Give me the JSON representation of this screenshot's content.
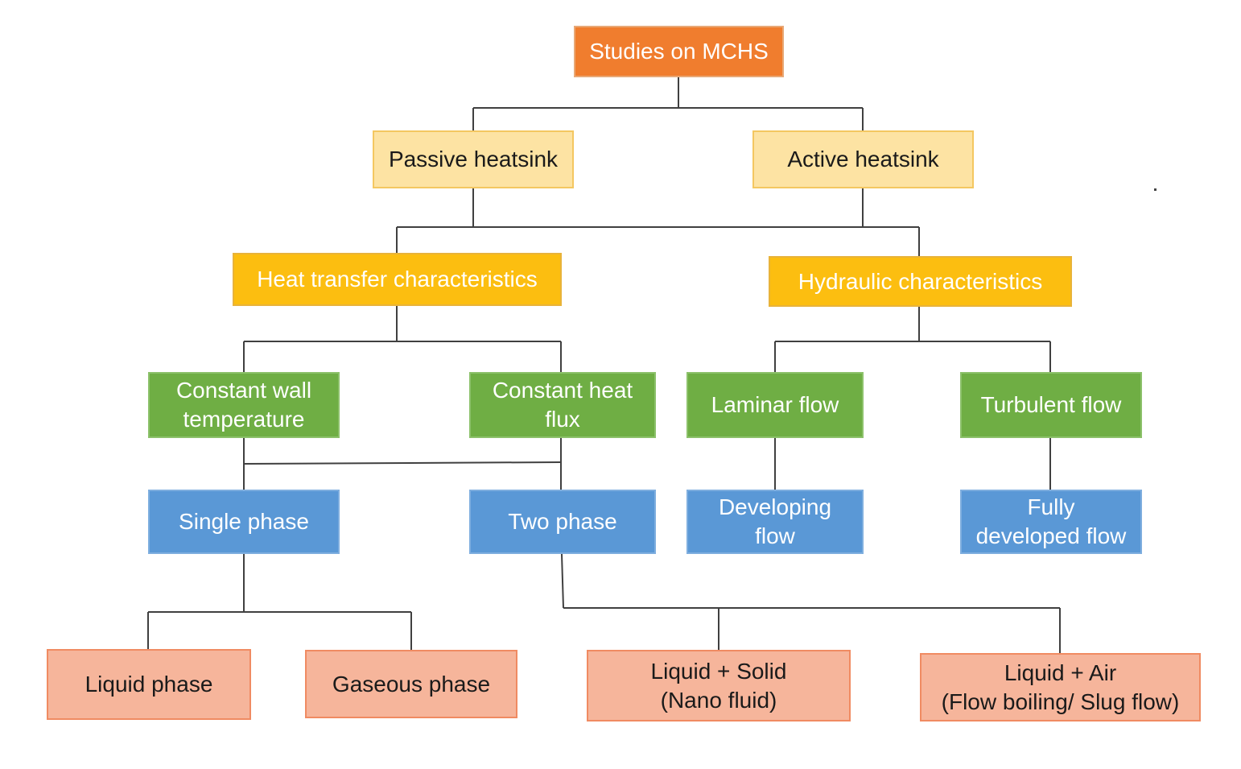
{
  "nodes": {
    "root": "Studies on MCHS",
    "passive": "Passive heatsink",
    "active": "Active heatsink",
    "heat_transfer": "Heat transfer characteristics",
    "hydraulic": "Hydraulic characteristics",
    "const_wall": "Constant wall\ntemperature",
    "const_heat": "Constant heat\nflux",
    "laminar": "Laminar flow",
    "turbulent": "Turbulent flow",
    "single_phase": "Single phase",
    "two_phase": "Two phase",
    "developing": "Developing\nflow",
    "fully_developed": "Fully\ndeveloped flow",
    "liquid_phase": "Liquid phase",
    "gaseous_phase": "Gaseous phase",
    "liquid_solid": "Liquid + Solid\n(Nano fluid)",
    "liquid_air": "Liquid + Air\n(Flow boiling/ Slug flow)"
  }
}
